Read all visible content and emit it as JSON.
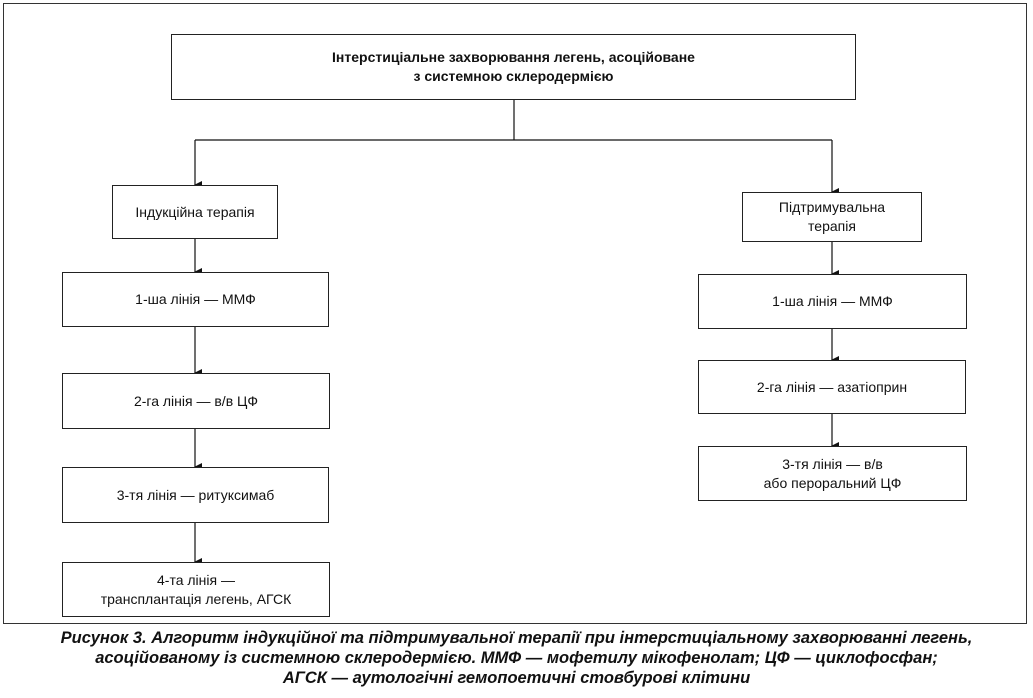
{
  "top_box": "Інтерстиціальне захворювання легень, асоційоване\nз системною склеродермією",
  "left": {
    "header": "Індукційна терапія",
    "steps": [
      "1-ша лінія — ММФ",
      "2-га лінія — в/в ЦФ",
      "3-тя лінія — ритуксимаб",
      "4-та лінія —\nтрансплантація легень, АГСК"
    ]
  },
  "right": {
    "header": "Підтримувальна\nтерапія",
    "steps": [
      "1-ша лінія — ММФ",
      "2-га лінія — азатіоприн",
      "3-тя лінія — в/в\nабо пероральний ЦФ"
    ]
  },
  "caption": {
    "line1": "Рисунок 3. Алгоритм індукційної та підтримувальної терапії при інтерстиціальному захворюванні легень,",
    "line2": "асоційованому із системною склеродермією. ММФ — мофетилу мікофенолат; ЦФ — циклофосфан;",
    "line3": "АГСК — аутологічні гемопоетичні стовбурові клітини"
  }
}
